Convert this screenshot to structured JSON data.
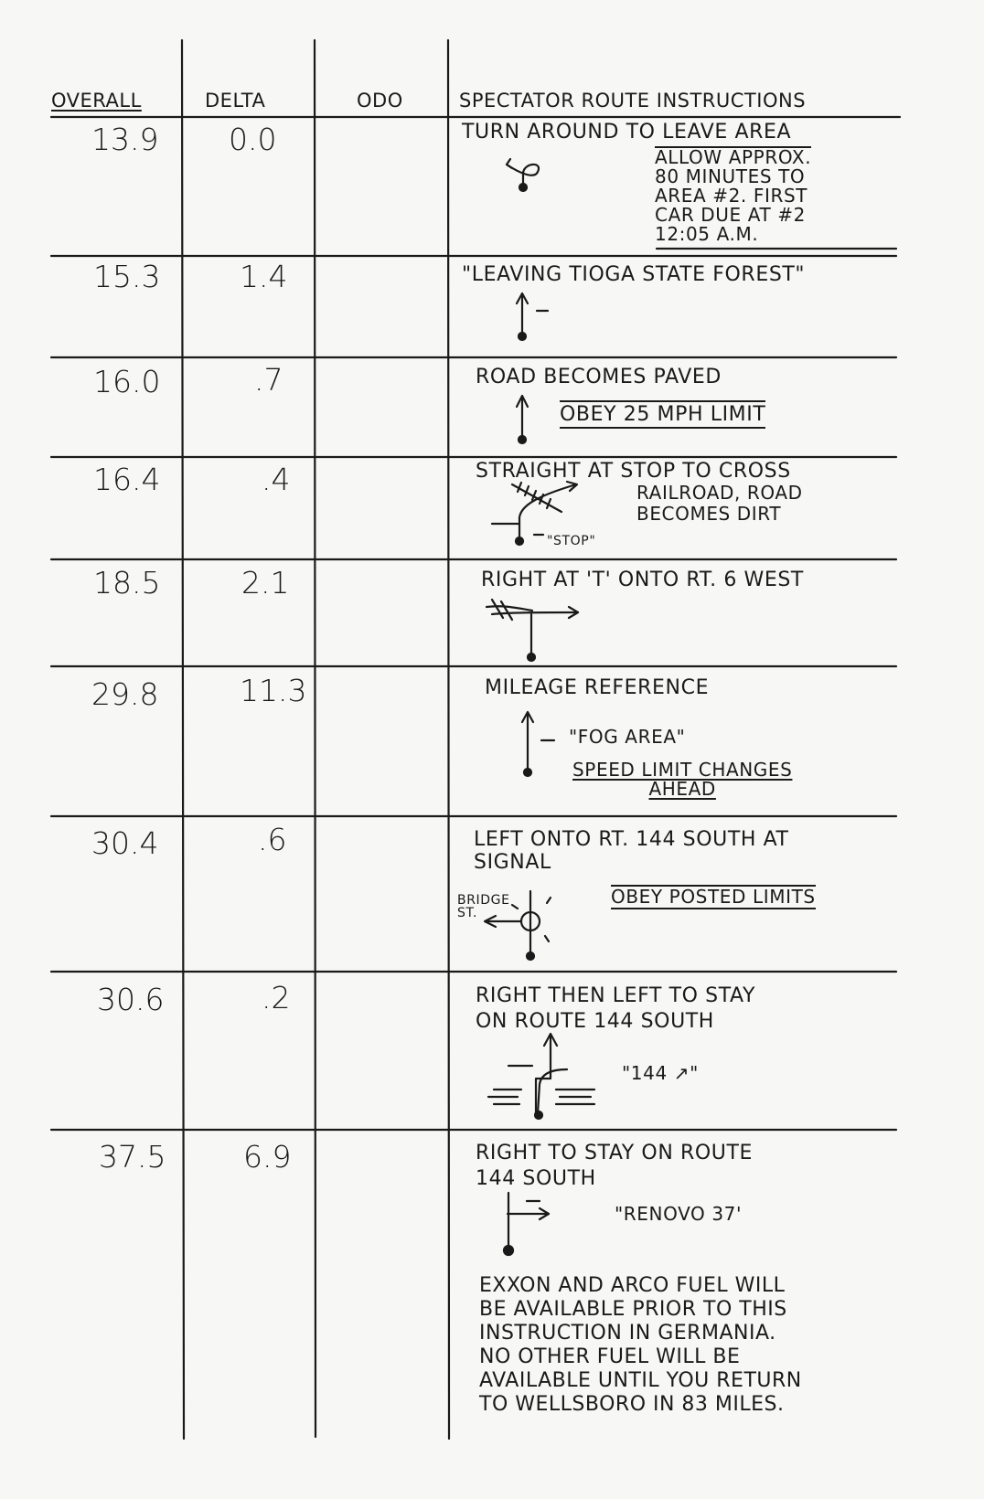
{
  "headers": {
    "overall": "OVERALL",
    "delta": "DELTA",
    "odo": "ODO",
    "instructions": "SPECTATOR ROUTE INSTRUCTIONS"
  },
  "rows": [
    {
      "overall": "13.9",
      "delta": "0.0",
      "instruction": "TURN AROUND TO LEAVE AREA",
      "note_lines": [
        "ALLOW APPROX.",
        "80 MINUTES TO",
        "AREA #2. FIRST",
        "CAR DUE AT #2",
        "12:05 A.M."
      ]
    },
    {
      "overall": "15.3",
      "delta": "1.4",
      "instruction": "\"LEAVING TIOGA STATE FOREST\""
    },
    {
      "overall": "16.0",
      "delta": ".7",
      "instruction": "ROAD BECOMES PAVED",
      "note": "OBEY 25 MPH LIMIT"
    },
    {
      "overall": "16.4",
      "delta": ".4",
      "instruction": "STRAIGHT AT STOP TO CROSS",
      "instruction_lines": [
        "RAILROAD, ROAD",
        "BECOMES DIRT"
      ],
      "sign": "\"STOP\""
    },
    {
      "overall": "18.5",
      "delta": "2.1",
      "instruction": "RIGHT AT 'T' ONTO RT. 6 WEST"
    },
    {
      "overall": "29.8",
      "delta": "11.3",
      "instruction": "MILEAGE REFERENCE",
      "sign": "\"FOG AREA\"",
      "note_lines": [
        "SPEED LIMIT CHANGES",
        "AHEAD"
      ]
    },
    {
      "overall": "30.4",
      "delta": ".6",
      "instruction_lines": [
        "LEFT ONTO RT. 144 SOUTH AT",
        "SIGNAL"
      ],
      "note": "OBEY POSTED LIMITS",
      "street_lines": [
        "BRIDGE",
        "ST."
      ]
    },
    {
      "overall": "30.6",
      "delta": ".2",
      "instruction_lines": [
        "RIGHT THEN LEFT TO STAY",
        "ON ROUTE 144 SOUTH"
      ],
      "sign": "\"144 ↗\""
    },
    {
      "overall": "37.5",
      "delta": "6.9",
      "instruction_lines": [
        "RIGHT TO STAY ON ROUTE",
        "144 SOUTH"
      ],
      "sign": "\"RENOVO 37'"
    }
  ],
  "fuel_note_lines": [
    "EXXON AND ARCO FUEL WILL",
    "BE AVAILABLE PRIOR TO THIS",
    "INSTRUCTION IN GERMANIA.",
    "NO OTHER FUEL WILL BE",
    "AVAILABLE UNTIL YOU RETURN",
    "TO WELLSBORO IN 83 MILES."
  ]
}
